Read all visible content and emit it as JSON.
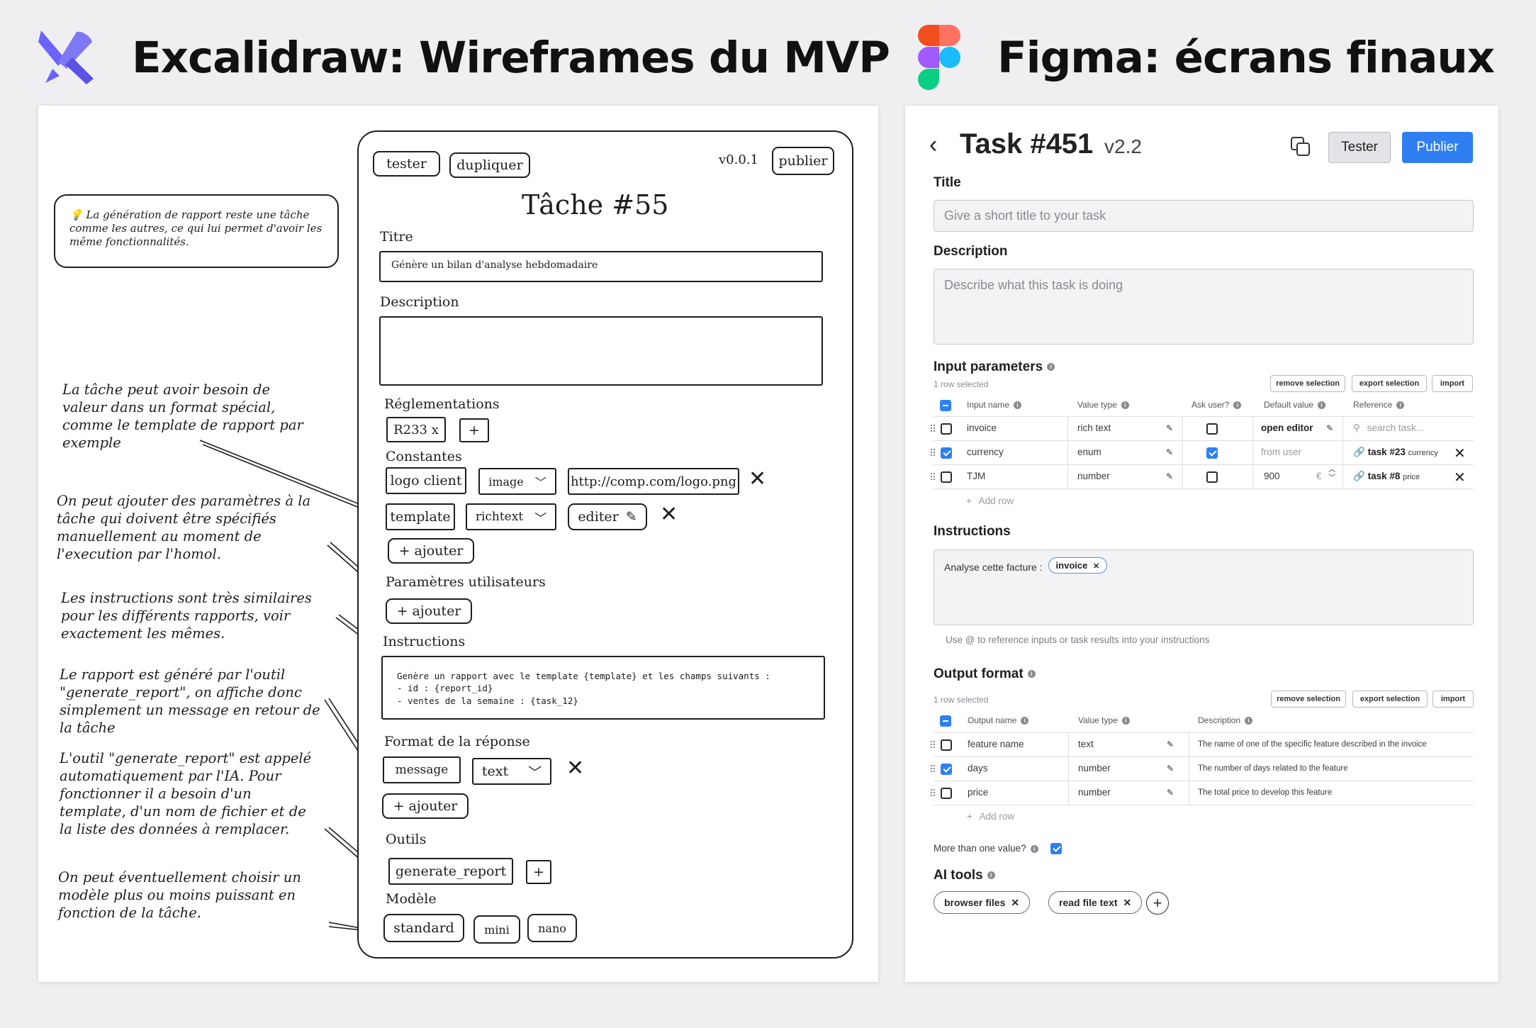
{
  "headers": {
    "left_title": "Excalidraw: Wireframes du MVP",
    "right_title": "Figma: écrans finaux"
  },
  "sketch": {
    "buttons": {
      "tester": "tester",
      "dupliquer": "dupliquer",
      "version": "v0.0.1",
      "publier": "publier"
    },
    "title": "Tâche #55",
    "titre_label": "Titre",
    "titre_value": "Génère un bilan d'analyse hebdomadaire",
    "description_label": "Description",
    "reglementations_label": "Réglementations",
    "reglementation_tag": "R233 x",
    "plus": "+",
    "constantes_label": "Constantes",
    "constantes": [
      {
        "name": "logo client",
        "type": "image",
        "value": "http://comp.com/logo.png"
      },
      {
        "name": "template",
        "type": "richtext",
        "value": "editer"
      }
    ],
    "ajouter": "+ ajouter",
    "params_label": "Paramètres utilisateurs",
    "instructions_label": "Instructions",
    "instructions_lines": [
      "Genère un rapport avec le template {template} et les champs suivants :",
      "- id : {report_id}",
      "- ventes de la semaine : {task_12}"
    ],
    "format_label": "Format de la réponse",
    "format_field": {
      "name": "message",
      "type": "text"
    },
    "outils_label": "Outils",
    "outil_value": "generate_report",
    "modele_label": "Modèle",
    "modeles": [
      "standard",
      "mini",
      "nano"
    ]
  },
  "notes": [
    "💡 La génération de rapport reste une tâche comme les autres, ce qui lui permet d'avoir les même fonctionnalités.",
    "La tâche peut avoir besoin de valeur dans un format spécial, comme le template de rapport par exemple",
    "On peut ajouter des paramètres à la tâche qui doivent être spécifiés manuellement au moment de l'execution par l'homol.",
    "Les instructions sont très similaires pour les différents rapports, voir exactement les mêmes.",
    "Le rapport est généré par l'outil \"generate_report\", on affiche donc simplement un message en retour de la tâche",
    "L'outil \"generate_report\" est appelé automatiquement par l'IA. Pour fonctionner il a besoin d'un template, d'un nom de fichier et de la liste des données à remplacer.",
    "On peut éventuellement choisir un modèle plus ou moins puissant en fonction de la tâche."
  ],
  "figma": {
    "task_title": "Task #451",
    "version": "v2.2",
    "tester": "Tester",
    "publier": "Publier",
    "title_label": "Title",
    "title_placeholder": "Give a short title to your task",
    "description_label": "Description",
    "description_placeholder": "Describe what this task is doing",
    "input_params_label": "Input parameters",
    "rows_selected": "1 row selected",
    "remove_selection": "remove selection",
    "export_selection": "export selection",
    "import": "import",
    "input_columns": [
      "Input name",
      "Value type",
      "Ask user?",
      "Default value",
      "Reference"
    ],
    "input_rows": [
      {
        "name": "invoice",
        "type": "rich text",
        "default": "open editor",
        "reference": "search task..."
      },
      {
        "name": "currency",
        "type": "enum",
        "default": "from user",
        "reference": "task #23",
        "reference_sub": "currency"
      },
      {
        "name": "TJM",
        "type": "number",
        "default": "900",
        "unit": "€",
        "reference": "task #8",
        "reference_sub": "price"
      }
    ],
    "add_row": "Add row",
    "instructions_label": "Instructions",
    "instructions_text": "Analyse cette facture :",
    "instructions_chip": "invoice",
    "instructions_hint": "Use @ to reference inputs or task results into your instructions",
    "output_label": "Output format",
    "output_columns": [
      "Output name",
      "Value type",
      "Description"
    ],
    "output_rows": [
      {
        "name": "feature name",
        "type": "text",
        "desc": "The name of one of the specific feature described in the invoice"
      },
      {
        "name": "days",
        "type": "number",
        "desc": "The number of days related to the feature"
      },
      {
        "name": "price",
        "type": "number",
        "desc": "The total price to develop this feature"
      }
    ],
    "more_than_one": "More than one value?",
    "ai_tools_label": "AI tools",
    "ai_tools": [
      "browser files",
      "read file text"
    ]
  },
  "colors": {
    "primary_blue": "#2f7ff3",
    "excalidraw_purple": "#6c63ff"
  }
}
